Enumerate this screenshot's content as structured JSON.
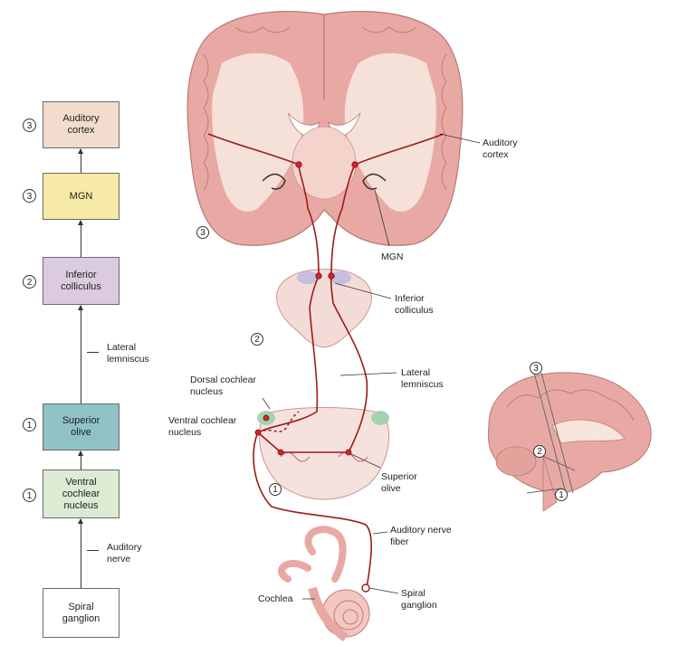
{
  "flowchart": {
    "boxes": [
      {
        "label": "Auditory cortex",
        "line1": "Auditory",
        "line2": "cortex",
        "level": "3",
        "color": "#f2dccd"
      },
      {
        "label": "MGN",
        "line1": "MGN",
        "line2": "",
        "level": "3",
        "color": "#f7e9a6"
      },
      {
        "label": "Inferior colliculus",
        "line1": "Inferior",
        "line2": "colliculus",
        "level": "2",
        "color": "#dccbe0"
      },
      {
        "label": "Superior olive",
        "line1": "Superior",
        "line2": "olive",
        "level": "1",
        "color": "#8fc2c6"
      },
      {
        "label": "Ventral cochlear nucleus",
        "line1": "Ventral",
        "line2": "cochlear",
        "line3": "nucleus",
        "level": "1",
        "color": "#dcebd3"
      },
      {
        "label": "Spiral ganglion",
        "line1": "Spiral",
        "line2": "ganglion",
        "level": "",
        "color": "#ffffff"
      }
    ],
    "side_labels": {
      "lateral_lemniscus_1": "Lateral",
      "lateral_lemniscus_2": "lemniscus",
      "auditory_nerve_1": "Auditory",
      "auditory_nerve_2": "nerve"
    }
  },
  "illustration": {
    "labels": {
      "auditory_cortex_1": "Auditory",
      "auditory_cortex_2": "cortex",
      "mgn": "MGN",
      "inferior_colliculus_1": "Inferior",
      "inferior_colliculus_2": "colliculus",
      "lateral_lemniscus_1": "Lateral",
      "lateral_lemniscus_2": "lemniscus",
      "dorsal_cochlear_1": "Dorsal cochlear",
      "dorsal_cochlear_2": "nucleus",
      "ventral_cochlear_1": "Ventral cochlear",
      "ventral_cochlear_2": "nucleus",
      "superior_olive_1": "Superior",
      "superior_olive_2": "olive",
      "auditory_nerve_fiber_1": "Auditory nerve",
      "auditory_nerve_fiber_2": "fiber",
      "spiral_ganglion_1": "Spiral",
      "spiral_ganglion_2": "ganglion",
      "cochlea": "Cochlea"
    },
    "level_markers": {
      "cortex": "3",
      "midbrain": "2",
      "medulla": "1"
    },
    "sagittal_markers": {
      "top": "3",
      "middle": "2",
      "bottom": "1"
    }
  },
  "colors": {
    "brain_gray": "#e8a9a4",
    "brain_white": "#f7e4dc",
    "pathway_red": "#9b1b1b",
    "nucleus_red": "#d8232a"
  }
}
